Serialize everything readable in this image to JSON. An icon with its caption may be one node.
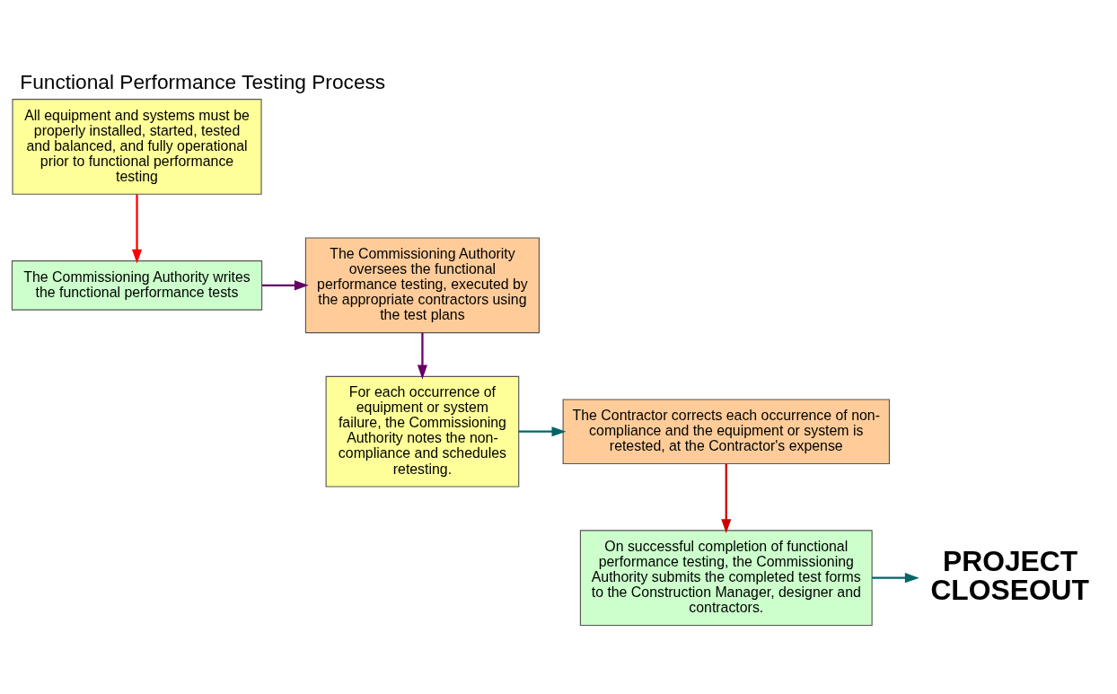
{
  "diagram": {
    "title": "Functional Performance Testing Process",
    "nodes": [
      {
        "text": [
          "All equipment and systems must be properly installed, started, tested and balanced, and fully operational prior to functional performance testing"
        ]
      },
      {
        "text": [
          "The Commissioning Authority writes the functional performance tests"
        ]
      },
      {
        "text": [
          "The Commissioning Authority oversees the functional performance testing, executed by the appropriate contractors using the test plans"
        ]
      },
      {
        "text": [
          "For each occurrence of equipment or system failure, the Commissioning Authority notes the non-compliance and schedules retesting."
        ]
      },
      {
        "text": [
          "The Contractor corrects each occurrence of non-compliance and the equipment or system is retested, at the Contractor's expense"
        ]
      },
      {
        "text": [
          "On successful completion of functional performance testing, the Commissioning Authority submits the completed test forms to the Construction Manager, designer and contractors."
        ]
      },
      {
        "text": [
          "PROJECT CLOSEOUT"
        ]
      }
    ],
    "edges": [
      {
        "from": 0,
        "to": 1,
        "arrow": "to",
        "color": "#ff0000"
      },
      {
        "from": 1,
        "to": 2,
        "arrow": "to",
        "color": "#660066"
      },
      {
        "from": 2,
        "to": 3,
        "arrow": "to",
        "color": "#660066"
      },
      {
        "from": 3,
        "to": 4,
        "arrow": "to",
        "color": "#006666"
      },
      {
        "from": 4,
        "to": 5,
        "arrow": "to",
        "color": "#cc0000"
      },
      {
        "from": 5,
        "to": 6,
        "arrow": "to",
        "color": "#006666"
      }
    ]
  }
}
